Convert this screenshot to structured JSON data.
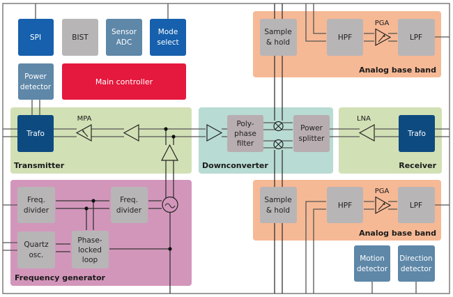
{
  "colors": {
    "blue_dark": "#1660ad",
    "blue_steel": "#5e87a8",
    "navy": "#0d4a80",
    "gray_block": "#b8b5b7",
    "red": "#e5183d",
    "transmitter_bg": "#d2e0b5",
    "downconverter_bg": "#b8dbd3",
    "receiver_bg": "#d2e0b5",
    "freqgen_bg": "#d396bb",
    "analog_bg": "#f6b995",
    "wire": "#555555"
  },
  "control": {
    "spi": "SPI",
    "bist": "BIST",
    "sensor_adc": [
      "Sensor",
      "ADC"
    ],
    "mode_select": [
      "Mode",
      "select"
    ],
    "power_detector": [
      "Power",
      "detector"
    ],
    "main_controller": "Main controller"
  },
  "transmitter": {
    "label": "Transmitter",
    "trafo": "Trafo",
    "mpa": "MPA"
  },
  "downconverter": {
    "label": "Downconverter",
    "polyphase": [
      "Poly-",
      "phase",
      "filter"
    ],
    "power_splitter": [
      "Power",
      "splitter"
    ]
  },
  "receiver": {
    "label": "Receiver",
    "trafo": "Trafo",
    "lna": "LNA"
  },
  "frequency_generator": {
    "label": "Frequency generator",
    "freq_divider_1": [
      "Freq.",
      "divider"
    ],
    "freq_divider_2": [
      "Freq.",
      "divider"
    ],
    "quartz": [
      "Quartz",
      "osc."
    ],
    "pll": [
      "Phase-",
      "locked",
      "loop"
    ]
  },
  "analog_top": {
    "label": "Analog base band",
    "sample_hold": [
      "Sample",
      "& hold"
    ],
    "hpf": "HPF",
    "pga": "PGA",
    "lpf": "LPF"
  },
  "analog_bottom": {
    "label": "Analog base band",
    "sample_hold": [
      "Sample",
      "& hold"
    ],
    "hpf": "HPF",
    "pga": "PGA",
    "lpf": "LPF"
  },
  "detectors": {
    "motion": [
      "Motion",
      "detector"
    ],
    "direction": [
      "Direction",
      "detector"
    ]
  }
}
